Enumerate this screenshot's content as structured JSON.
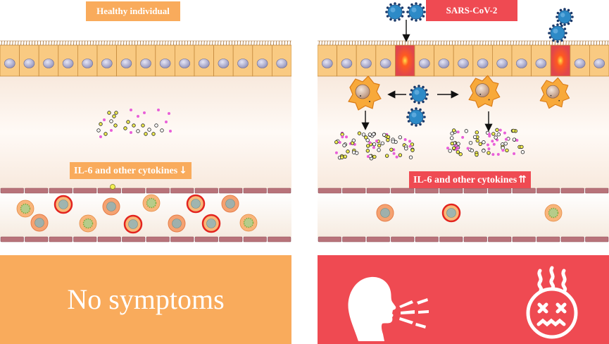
{
  "left_panel": {
    "title": "Healthy individual",
    "cytokine_label": "IL-6 and other cytokines",
    "cytokine_arrow": "↓",
    "outcome": "No symptoms"
  },
  "right_panel": {
    "title": "SARS-CoV-2",
    "cytokine_label": "IL-6 and other cytokines",
    "cytokine_arrow": "⇈"
  },
  "icons": [
    "coughing-person-icon",
    "sick-face-icon",
    "virus-icon",
    "macrophage-icon",
    "epithelial-cell-icon",
    "blood-cell-icon"
  ],
  "colors": {
    "healthy_accent": "#f9ab5c",
    "infected_accent": "#ef4a52",
    "epithelium": "#f9ca82",
    "vessel_wall": "#b8737a",
    "virus": "#2d8ac7",
    "cytokine_pink": "#e95fd9",
    "cytokine_yellow": "#f2ee52"
  }
}
